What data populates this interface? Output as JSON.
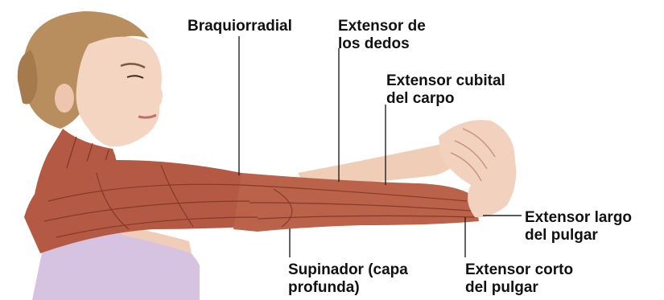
{
  "labels": {
    "braquiorradial": {
      "line1": "Braquiorradial"
    },
    "extensor_dedos": {
      "line1": "Extensor de",
      "line2": "los dedos"
    },
    "extensor_cubital": {
      "line1": "Extensor cubital",
      "line2": "del carpo"
    },
    "extensor_largo": {
      "line1": "Extensor largo",
      "line2": "del pulgar"
    },
    "supinador": {
      "line1": "Supinador (capa",
      "line2": "profunda)"
    },
    "extensor_corto": {
      "line1": "Extensor corto",
      "line2": "del pulgar"
    }
  },
  "colors": {
    "muscle": "#b45a44",
    "muscle_dark": "#7e3424",
    "skin": "#f2d2be",
    "hair": "#b98e5e",
    "shirt": "#d6c3e2",
    "leader": "#222222"
  }
}
